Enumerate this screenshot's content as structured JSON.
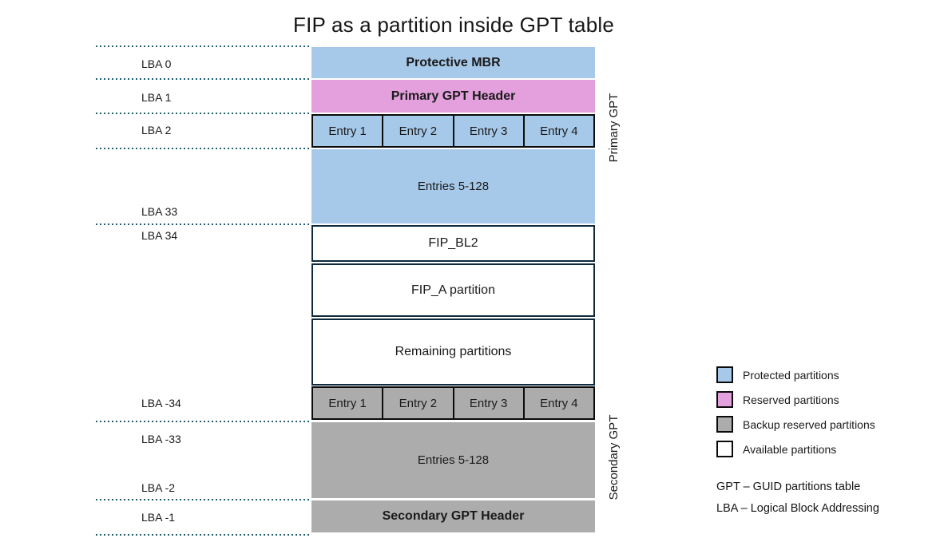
{
  "title": "FIP as a partition inside GPT table",
  "colors": {
    "protected": "#A7C9E9",
    "reserved": "#E4A0DC",
    "backup": "#ACACAC",
    "available": "#FFFFFF",
    "border_dark": "#0E2A3C",
    "dotted_line": "#1E5A70"
  },
  "lba_labels": [
    "LBA 0",
    "LBA 1",
    "LBA 2",
    "LBA 33",
    "LBA 34",
    "LBA -34",
    "LBA -33",
    "LBA -2",
    "LBA -1"
  ],
  "blocks": {
    "protective_mbr": "Protective MBR",
    "primary_gpt_header": "Primary GPT Header",
    "entries_5_128_primary": "Entries 5-128",
    "fip_bl2": "FIP_BL2",
    "fip_a": "FIP_A partition",
    "remaining": "Remaining partitions",
    "entries_5_128_secondary": "Entries 5-128",
    "secondary_gpt_header": "Secondary GPT Header",
    "entries": [
      "Entry 1",
      "Entry 2",
      "Entry 3",
      "Entry 4"
    ]
  },
  "side_labels": {
    "primary": "Primary GPT",
    "secondary": "Secondary GPT"
  },
  "legend": {
    "items": [
      {
        "label": "Protected partitions",
        "color": "#A7C9E9"
      },
      {
        "label": "Reserved partitions",
        "color": "#E4A0DC"
      },
      {
        "label": "Backup reserved partitions",
        "color": "#ACACAC"
      },
      {
        "label": "Available partitions",
        "color": "#FFFFFF"
      }
    ],
    "abbreviations": [
      "GPT – GUID partitions table",
      "LBA – Logical Block Addressing"
    ]
  }
}
